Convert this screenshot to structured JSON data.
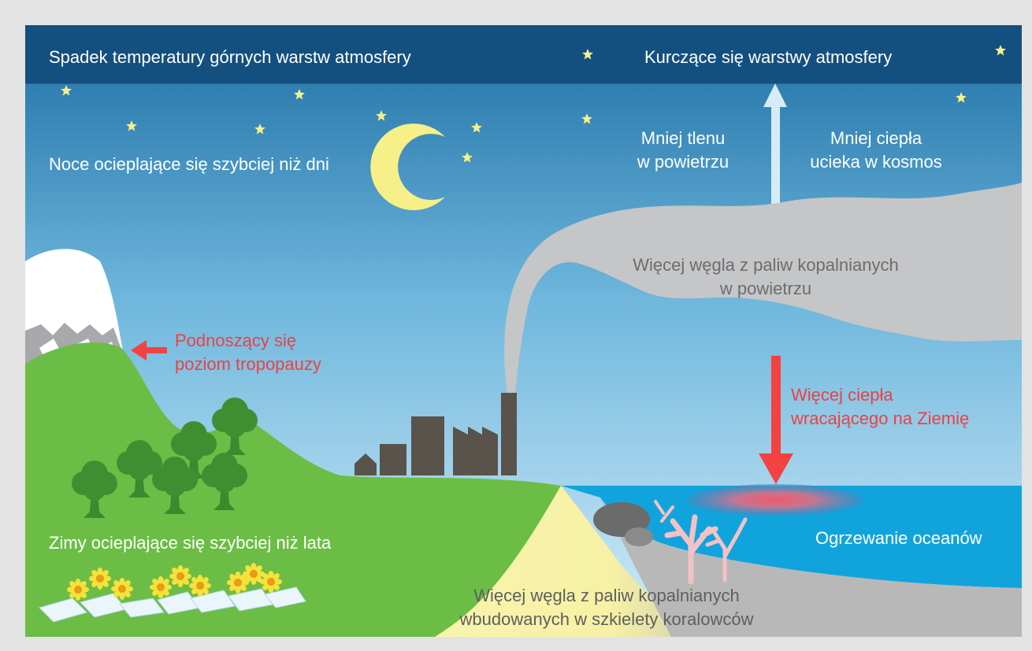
{
  "labels": {
    "upper_atmosphere_cooling": "Spadek temperatury górnych warstw atmosfery",
    "shrinking_layers": "Kurczące się warstwy atmosfery",
    "nights_warming_line1": "Noce ocieplające się szybciej niż dni",
    "less_oxygen_line1": "Mniej tlenu",
    "less_oxygen_line2": "w powietrzu",
    "less_heat_line1": "Mniej ciepła",
    "less_heat_line2": "ucieka w kosmos",
    "carbon_air_line1": "Więcej węgla z paliw kopalnianych",
    "carbon_air_line2": "w powietrzu",
    "tropopause_line1": "Podnoszący się",
    "tropopause_line2": "poziom tropopauzy",
    "heat_return_line1": "Więcej ciepła",
    "heat_return_line2": "wracającego na Ziemię",
    "winters_warming": "Zimy ocieplające się szybciej niż lata",
    "ocean_warming": "Ogrzewanie oceanów",
    "carbon_coral_line1": "Więcej węgla z paliw kopalnianych",
    "carbon_coral_line2": "wbudowanych w szkielety koralowców"
  },
  "colors": {
    "top_band": "#14507f",
    "sky_top": "#1d6fa4",
    "sky_bottom": "#cfeaf7",
    "hill_green": "#6cbd45",
    "tree_green": "#3f8f32",
    "smoke_gray": "#c5c6c8",
    "factory": "#59534c",
    "ocean": "#11a4dc",
    "sand": "#f6f1a4",
    "seabed": "#b8b8b8",
    "accent_red": "#f24242",
    "arrow_light": "#d5ecf8",
    "star": "#f7ef88"
  }
}
